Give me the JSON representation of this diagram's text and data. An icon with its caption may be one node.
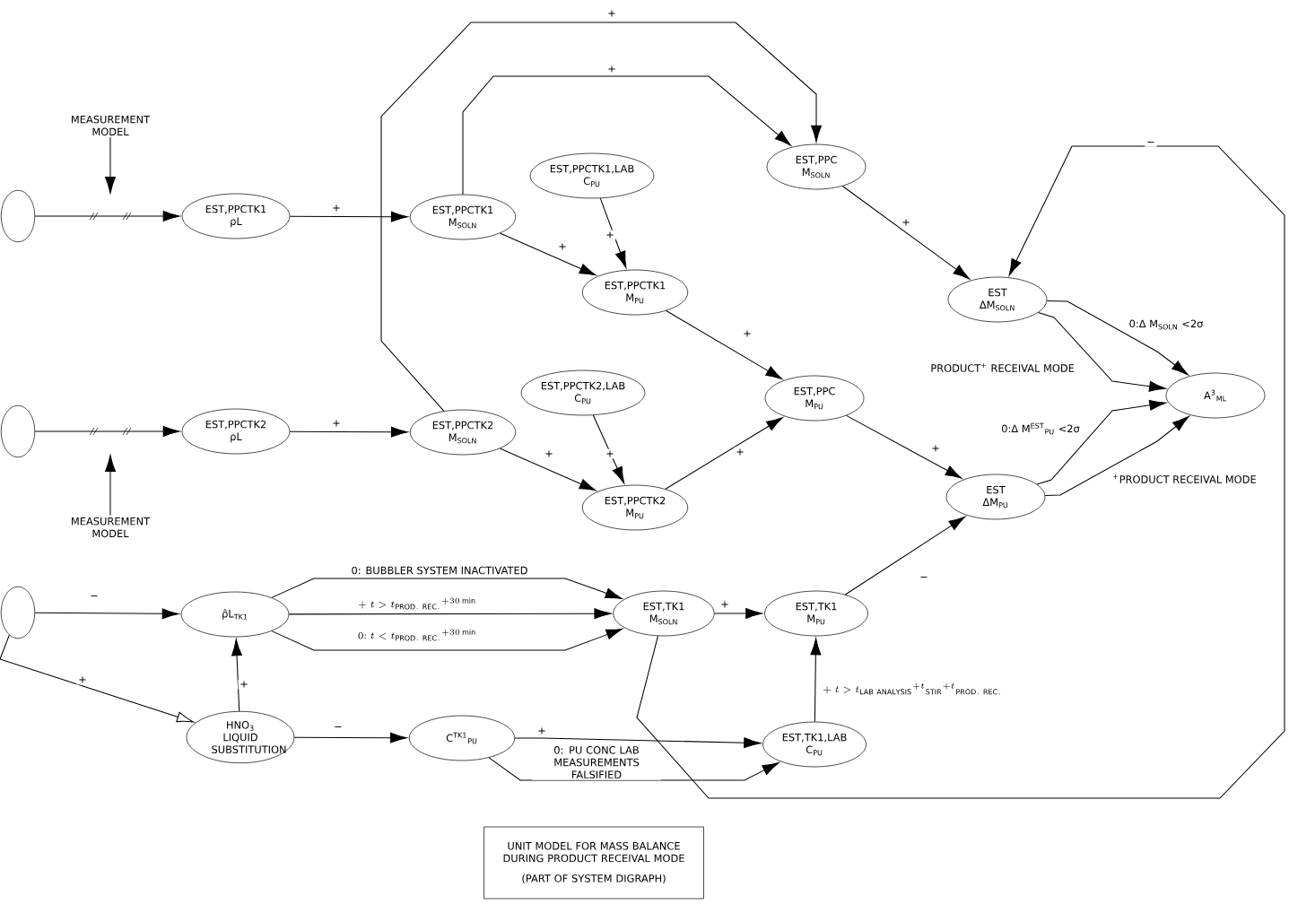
{
  "diagram": {
    "nodes": [
      {
        "text": [],
        "shape": "ellipse"
      },
      {
        "text": [],
        "shape": "ellipse"
      },
      {
        "text": [],
        "shape": "ellipse"
      },
      {
        "text": [
          "MEASUREMENT MODEL"
        ]
      },
      {
        "text": [
          "EST,PPCTK1 ρL"
        ]
      },
      {
        "text": [
          "MEASUREMENT MODEL"
        ]
      },
      {
        "text": [
          "EST,PPCTK2 ρL"
        ]
      },
      {
        "text": [
          "EST,PPCTK1 M$_{SOLN}$"
        ]
      },
      {
        "text": [
          "EST,PPCTK2 M$_{SOLN}$"
        ]
      },
      {
        "text": [
          "EST,PPCTK1,LAB C$_{PU}$"
        ]
      },
      {
        "text": [
          "EST,PPCTK1 M$_{PU}$"
        ]
      },
      {
        "text": [
          "EST,PPCTK2,LAB C$_{PU}$"
        ]
      },
      {
        "text": [
          "EST,PPCTK2 M$_{PU}$"
        ]
      },
      {
        "text": [
          "EST,PPC M$_{SOLN}$"
        ]
      },
      {
        "text": [
          "EST,PPC M$_{PU}$"
        ]
      },
      {
        "text": [
          "EST ΔM$_{SOLN}$"
        ]
      },
      {
        "text": [
          "EST ΔM$_{PU}$"
        ]
      },
      {
        "text": [
          "A$^{3}$$_{ML}$"
        ]
      },
      {
        "text": [
          "ρ̂L$_{TK1}$"
        ]
      },
      {
        "text": [
          "HNO$_{3}$ LIQUID SUBSTITUTION"
        ]
      },
      {
        "text": [
          "C$^{TK1}$$_{PU}$"
        ]
      },
      {
        "text": [
          "EST,TK1 M$_{SOLN}$"
        ]
      },
      {
        "text": [
          "EST,TK1 M$_{PU}$"
        ]
      },
      {
        "text": [
          "EST,TK1,LAB C$_{PU}$"
        ]
      },
      {
        "text": [
          "UNIT MODEL FOR MASS BALANCE DURING PRODUCT RECEIVAL MODE",
          "(PART OF SYSTEM DIGRAPH)"
        ]
      }
    ],
    "edges": [
      {
        "from": 0,
        "to": 4,
        "arrow": "to"
      },
      {
        "from": 3,
        "to": null,
        "arrow": "to"
      },
      {
        "from": 1,
        "to": 6,
        "arrow": "to"
      },
      {
        "from": 5,
        "to": null,
        "arrow": "to"
      },
      {
        "from": 4,
        "to": 7,
        "arrow": "to",
        "label": "+"
      },
      {
        "from": 6,
        "to": 8,
        "arrow": "to",
        "label": "+"
      },
      {
        "from": 7,
        "to": 13,
        "arrow": "to",
        "label": "+"
      },
      {
        "from": 8,
        "to": 13,
        "arrow": "to",
        "label": "+"
      },
      {
        "from": 7,
        "to": 10,
        "arrow": "to",
        "label": "+"
      },
      {
        "from": 9,
        "to": 10,
        "arrow": "to",
        "label": "+"
      },
      {
        "from": 10,
        "to": 14,
        "arrow": "to",
        "label": "+"
      },
      {
        "from": 8,
        "to": 12,
        "arrow": "to",
        "label": "+"
      },
      {
        "from": 11,
        "to": 12,
        "arrow": "to",
        "label": "+"
      },
      {
        "from": 12,
        "to": 14,
        "arrow": "to",
        "label": "+"
      },
      {
        "from": 13,
        "to": 15,
        "arrow": "to",
        "label": "+"
      },
      {
        "from": 14,
        "to": 16,
        "arrow": "to",
        "label": "+"
      },
      {
        "from": 21,
        "to": 15,
        "arrow": "to",
        "label": "−"
      },
      {
        "from": 15,
        "to": 17,
        "arrow": "to",
        "label": "0:Δ M$_{SOLN}$ <2σ"
      },
      {
        "from": 15,
        "to": 17,
        "arrow": "to",
        "label": "PRODUCT$^{+}$ RECEIVAL MODE"
      },
      {
        "from": 16,
        "to": 17,
        "arrow": "to",
        "label": "0:Δ M$^{EST}$$_{PU}$ <2σ"
      },
      {
        "from": 16,
        "to": 17,
        "arrow": "to",
        "label": "$^{+}$PRODUCT RECEIVAL MODE"
      },
      {
        "from": 2,
        "to": 18,
        "arrow": "to",
        "label": "−"
      },
      {
        "from": 2,
        "to": 19,
        "arrow": "to",
        "label": "+"
      },
      {
        "from": 19,
        "to": 18,
        "arrow": "to",
        "label": "+"
      },
      {
        "from": 18,
        "to": 21,
        "arrow": "to",
        "label": "0: BUBBLER SYSTEM INACTIVATED"
      },
      {
        "from": 18,
        "to": 21,
        "arrow": "to",
        "label": "+\\ t>t_{\\mathrm{PROD.\\ REC.}}{}^{+30\\,\\mathrm{min}}"
      },
      {
        "from": 18,
        "to": 21,
        "arrow": "to",
        "label": "0{:}\\ t<t_{\\mathrm{PROD.\\ REC.}}{}^{+30\\,\\mathrm{min}}"
      },
      {
        "from": 21,
        "to": 22,
        "arrow": "to",
        "label": "+"
      },
      {
        "from": 23,
        "to": 22,
        "arrow": "to",
        "label": "+\\ t>t_{\\mathrm{LAB\\ ANALYSIS}}{}^{+t}{}_{\\mathrm{STIR}}{}^{+t}{}_{\\mathrm{PROD.\\ REC.}}"
      },
      {
        "from": 22,
        "to": 16,
        "arrow": "to",
        "label": "−"
      },
      {
        "from": 19,
        "to": 20,
        "arrow": "to",
        "label": "−"
      },
      {
        "from": 20,
        "to": 23,
        "arrow": "to",
        "label": "+"
      },
      {
        "from": 20,
        "to": 23,
        "arrow": "to",
        "label": "0: PU CONC LAB MEASUREMENTS FALSIFIED"
      }
    ]
  }
}
